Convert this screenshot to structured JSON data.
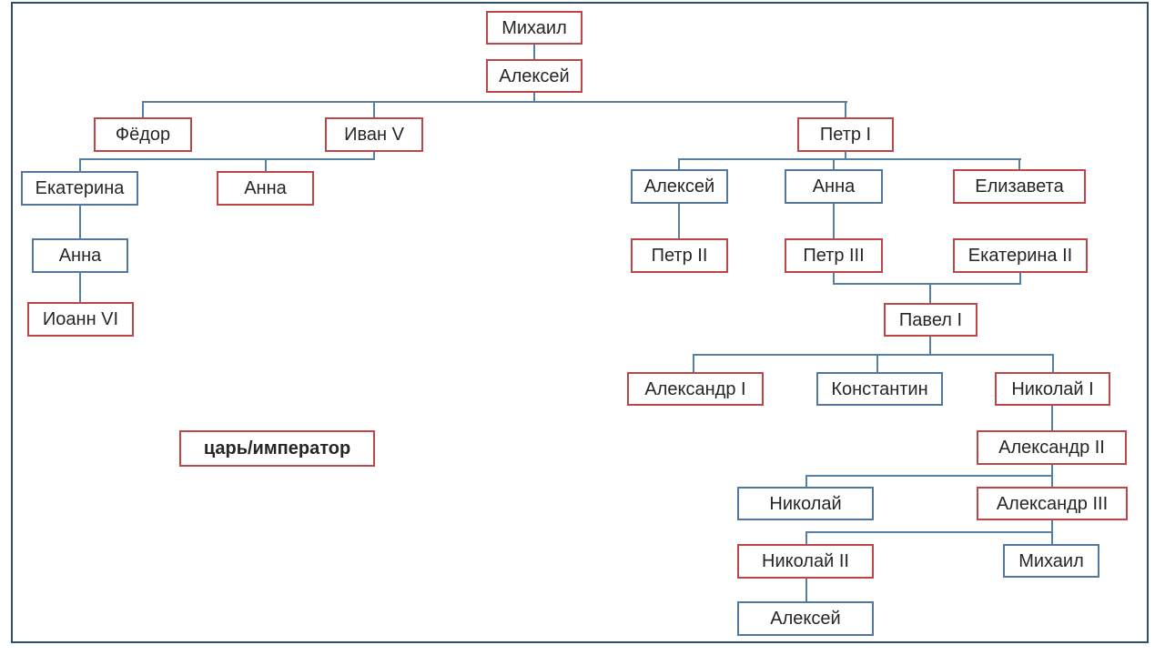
{
  "diagram_kind": "family-tree",
  "legend": {
    "label": "царь/император"
  },
  "colors": {
    "tsar_border": "#bf4648",
    "relative_border": "#54789d",
    "connector": "#5580a5",
    "frame": "#2f4e6b",
    "text": "#262626",
    "background": "#ffffff"
  },
  "nodes": {
    "mikhail_i": {
      "label": "Михаил",
      "status": "tsar"
    },
    "aleksey_mikh": {
      "label": "Алексей",
      "status": "tsar"
    },
    "fyodor": {
      "label": "Фёдор",
      "status": "tsar"
    },
    "ivan_v": {
      "label": "Иван V",
      "status": "tsar"
    },
    "pyotr_i": {
      "label": "Петр I",
      "status": "tsar"
    },
    "ekaterina_ioan": {
      "label": "Екатерина",
      "status": "relative"
    },
    "anna_ioannovna": {
      "label": "Анна",
      "status": "tsar"
    },
    "anna_leopoldovna": {
      "label": "Анна",
      "status": "relative"
    },
    "ioann_vi": {
      "label": "Иоанн VI",
      "status": "tsar"
    },
    "aleksey_petrovich": {
      "label": "Алексей",
      "status": "relative"
    },
    "anna_petrovna": {
      "label": "Анна",
      "status": "relative"
    },
    "elizaveta": {
      "label": "Елизавета",
      "status": "tsar"
    },
    "pyotr_ii": {
      "label": "Петр II",
      "status": "tsar"
    },
    "pyotr_iii": {
      "label": "Петр III",
      "status": "tsar"
    },
    "ekaterina_ii": {
      "label": "Екатерина II",
      "status": "tsar"
    },
    "pavel_i": {
      "label": "Павел I",
      "status": "tsar"
    },
    "aleksandr_i": {
      "label": "Александр I",
      "status": "tsar"
    },
    "konstantin": {
      "label": "Константин",
      "status": "relative"
    },
    "nikolai_i": {
      "label": "Николай I",
      "status": "tsar"
    },
    "aleksandr_ii": {
      "label": "Александр II",
      "status": "tsar"
    },
    "nikolai_st": {
      "label": "Николай",
      "status": "relative"
    },
    "aleksandr_iii": {
      "label": "Александр III",
      "status": "tsar"
    },
    "nikolai_ii": {
      "label": "Николай II",
      "status": "tsar"
    },
    "mikhail_aleks": {
      "label": "Михаил",
      "status": "relative"
    },
    "aleksey_nik": {
      "label": "Алексей",
      "status": "relative"
    }
  }
}
